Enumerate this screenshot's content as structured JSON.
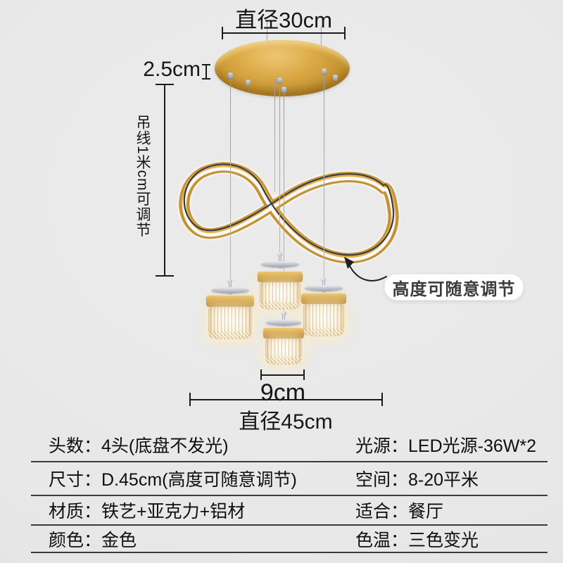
{
  "annotations": {
    "top_diameter": "直径30cm",
    "plate_thickness": "2.5cm",
    "wire_length_note": "吊线1米cm可调节",
    "lamp_width": "9cm",
    "overall_diameter": "直径45cm",
    "height_adjustable_bubble": "高度可随意调节"
  },
  "colors": {
    "background": "#e8e8e8",
    "gold": "#c39232",
    "led_glow": "#fff3dc",
    "dimension_line": "#1b1b1b",
    "table_line": "#3a3a3a",
    "bubble_background": "#ffffff"
  },
  "spec_table": {
    "rows": [
      {
        "left_label": "头数：",
        "left_value": "4头(底盘不发光)",
        "right_label": "光源：",
        "right_value": "LED光源-36W*2"
      },
      {
        "left_label": "尺寸：",
        "left_value": "D.45cm(高度可随意调节)",
        "right_label": "空间：",
        "right_value": "8-20平米"
      },
      {
        "left_label": "材质：",
        "left_value": "铁艺+亚克力+铝材",
        "right_label": "适合：",
        "right_value": "餐厅"
      },
      {
        "left_label": "颜色：",
        "left_value": "金色",
        "right_label": "色温：",
        "right_value": "三色变光"
      }
    ]
  }
}
